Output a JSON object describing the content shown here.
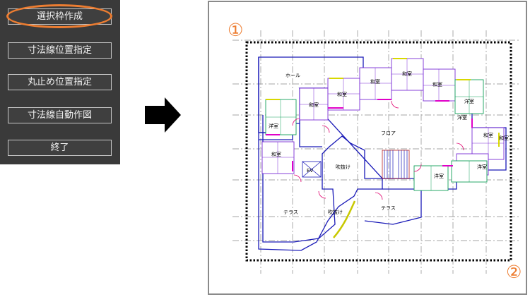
{
  "menu": {
    "items": [
      {
        "label": "選択枠作成",
        "selected": true
      },
      {
        "label": "寸法線位置指定"
      },
      {
        "label": "丸止め位置指定"
      },
      {
        "label": "寸法線自動作図"
      },
      {
        "label": "終了"
      }
    ]
  },
  "markers": {
    "first": "①",
    "second": "②"
  },
  "plan": {
    "rooms": {
      "hall": "ホール",
      "ja1": "和室",
      "ja2": "和室",
      "ja3": "和室",
      "ja4": "和室",
      "ja5": "和室",
      "ja6": "和室",
      "ja7": "和室",
      "ja8": "和室",
      "we1": "洋室",
      "we2": "洋室",
      "we3": "洋室",
      "we4": "洋室",
      "we5": "洋室",
      "floor": "フロア",
      "atrium1": "吹抜け",
      "atrium2": "吹抜け",
      "ev": "EV",
      "terrace1": "テラス",
      "terrace2": "テラス"
    }
  },
  "colors": {
    "accent": "#ed7d31",
    "panel": "#3a3a3a"
  }
}
